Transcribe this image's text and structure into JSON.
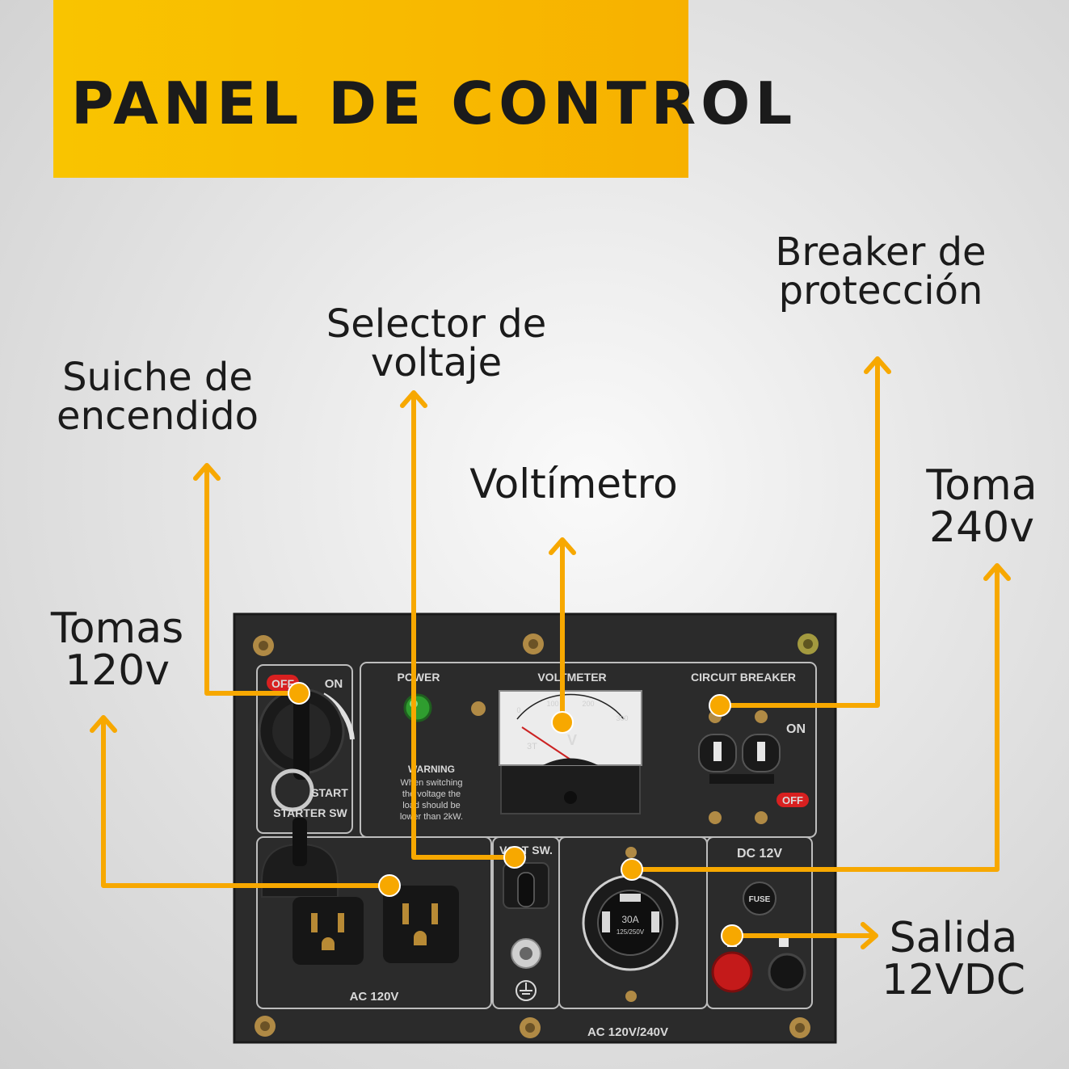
{
  "title": "PANEL DE CONTROL",
  "callouts": {
    "suiche": [
      "Suiche de",
      "encendido"
    ],
    "selector": [
      "Selector de",
      "voltaje"
    ],
    "breaker": [
      "Breaker de",
      "protección"
    ],
    "voltimetro": [
      "Voltímetro"
    ],
    "toma240": [
      "Toma",
      "240v"
    ],
    "tomas120": [
      "Tomas",
      "120v"
    ],
    "salida": [
      "Salida",
      "12VDC"
    ]
  },
  "panel_labels": {
    "off_left": "OFF",
    "on_left": "ON",
    "start": "START",
    "starter_sw": "STARTER SW",
    "power": "POWER",
    "voltmeter": "VOLTMETER",
    "circuit_breaker": "CIRCUIT BREAKER",
    "on_right": "ON",
    "off_right": "OFF",
    "warning_title": "WARNING",
    "warning_lines": [
      "When switching",
      "the voltage the",
      "load should be",
      "lower than 2kW."
    ],
    "volt_sw": "VOLT SW.",
    "dc12v": "DC 12V",
    "fuse": "FUSE",
    "ac120v": "AC 120V",
    "ac120_240": "AC 120V/240V",
    "meter_unit": "V",
    "meter_ticks": [
      "0",
      "100",
      "200",
      "300"
    ],
    "meter_brand": "3T",
    "receptacle_rating": "30A",
    "receptacle_volt": "125/250V"
  },
  "colors": {
    "accent": "#f7a800",
    "banner": "#f9c400",
    "panel": "#2a2a2a",
    "off_badge": "#d82020"
  }
}
